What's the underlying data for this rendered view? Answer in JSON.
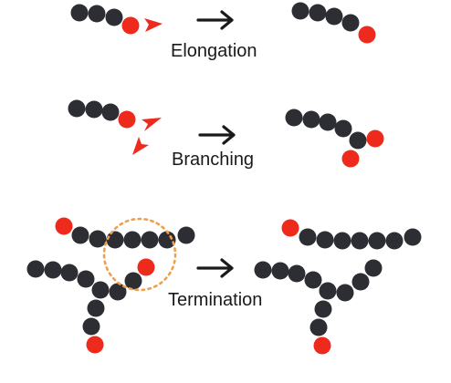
{
  "colors": {
    "monomer": "#2d2e33",
    "active_end": "#ee2a1d",
    "radical_arrow": "#ee2a1d",
    "arrow": "#1a1a1a",
    "termination_zone": "#f0a04a"
  },
  "rows": [
    {
      "label": "Elongation"
    },
    {
      "label": "Branching"
    },
    {
      "label": "Termination"
    }
  ]
}
